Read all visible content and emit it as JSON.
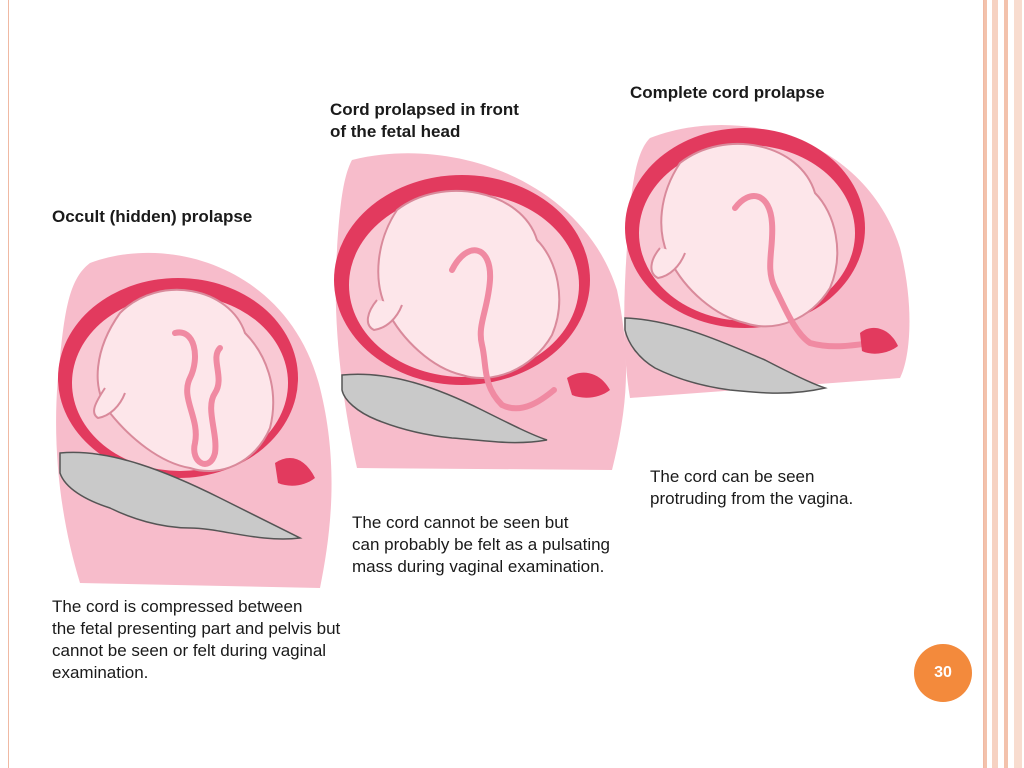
{
  "panels": [
    {
      "title": "Occult (hidden) prolapse",
      "caption": "The cord is compressed between\nthe fetal presenting part and pelvis but\ncannot be seen or felt during vaginal\nexamination."
    },
    {
      "title": "Cord prolapsed in front\nof the fetal head",
      "caption": "The cord cannot be seen but\ncan probably be felt as a pulsating\nmass during vaginal examination."
    },
    {
      "title": "Complete cord prolapse",
      "caption": "The cord can be seen\nprotruding from the vagina."
    }
  ],
  "page_number": "30",
  "colors": {
    "uterus_outer": "#f7bccb",
    "uterus_wall": "#e23a5e",
    "amniotic": "#f9c9d4",
    "fetus": "#fde6ea",
    "cord": "#f08aa2",
    "bone": "#c9c9c9",
    "badge": "#f38a3c",
    "frame_stripe": "#f3c2ac"
  }
}
